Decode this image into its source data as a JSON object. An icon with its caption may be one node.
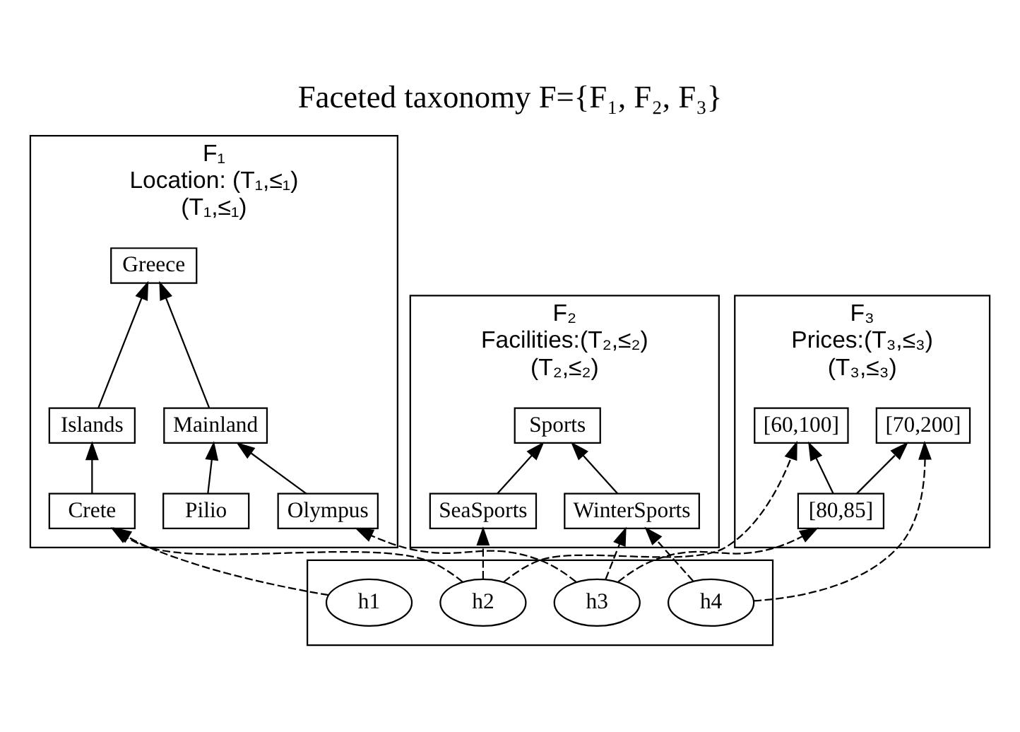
{
  "diagram": {
    "title": "Faceted taxonomy F={F₁, F₂, F₃}",
    "nodes": [
      {
        "text": [
          "F₁",
          "Location: (T₁,≤₁)",
          "(T₁,≤₁)"
        ]
      },
      {
        "text": [
          "Greece"
        ],
        "in": 0
      },
      {
        "text": [
          "Islands"
        ],
        "in": 0
      },
      {
        "text": [
          "Mainland"
        ],
        "in": 0
      },
      {
        "text": [
          "Crete"
        ],
        "in": 0
      },
      {
        "text": [
          "Pilio"
        ],
        "in": 0
      },
      {
        "text": [
          "Olympus"
        ],
        "in": 0
      },
      {
        "text": [
          "F₂",
          "Facilities:(T₂,≤₂)",
          "(T₂,≤₂)"
        ]
      },
      {
        "text": [
          "Sports"
        ],
        "in": 7
      },
      {
        "text": [
          "SeaSports"
        ],
        "in": 7
      },
      {
        "text": [
          "WinterSports"
        ],
        "in": 7
      },
      {
        "text": [
          "F₃",
          "Prices:(T₃,≤₃)",
          "(T₃,≤₃)"
        ]
      },
      {
        "text": [
          "[60,100]"
        ],
        "in": 11
      },
      {
        "text": [
          "[70,200]"
        ],
        "in": 11
      },
      {
        "text": [
          "[80,85]"
        ],
        "in": 11
      },
      {
        "text": [],
        "shape": "box"
      },
      {
        "text": [
          "h1"
        ],
        "in": 15
      },
      {
        "text": [
          "h2"
        ],
        "in": 15
      },
      {
        "text": [
          "h3"
        ],
        "in": 15
      },
      {
        "text": [
          "h4"
        ],
        "in": 15
      }
    ],
    "edges": [
      {
        "from": 2,
        "to": 1,
        "arrow": "to"
      },
      {
        "from": 3,
        "to": 1,
        "arrow": "to"
      },
      {
        "from": 4,
        "to": 2,
        "arrow": "to"
      },
      {
        "from": 5,
        "to": 3,
        "arrow": "to"
      },
      {
        "from": 6,
        "to": 3,
        "arrow": "to"
      },
      {
        "from": 9,
        "to": 8,
        "arrow": "to"
      },
      {
        "from": 10,
        "to": 8,
        "arrow": "to"
      },
      {
        "from": 14,
        "to": 12,
        "arrow": "to"
      },
      {
        "from": 14,
        "to": 13,
        "arrow": "to"
      },
      {
        "from": 16,
        "to": 4,
        "arrow": "to",
        "style": "dashed"
      },
      {
        "from": 17,
        "to": 4,
        "arrow": "to",
        "style": "dashed"
      },
      {
        "from": 17,
        "to": 9,
        "arrow": "to",
        "style": "dashed"
      },
      {
        "from": 17,
        "to": 12,
        "arrow": "to",
        "style": "dashed"
      },
      {
        "from": 18,
        "to": 6,
        "arrow": "to",
        "style": "dashed"
      },
      {
        "from": 18,
        "to": 10,
        "arrow": "to",
        "style": "dashed"
      },
      {
        "from": 18,
        "to": 14,
        "arrow": "to",
        "style": "dashed"
      },
      {
        "from": 19,
        "to": 10,
        "arrow": "to",
        "style": "dashed"
      },
      {
        "from": 19,
        "to": 13,
        "arrow": "to",
        "style": "dashed"
      }
    ]
  }
}
